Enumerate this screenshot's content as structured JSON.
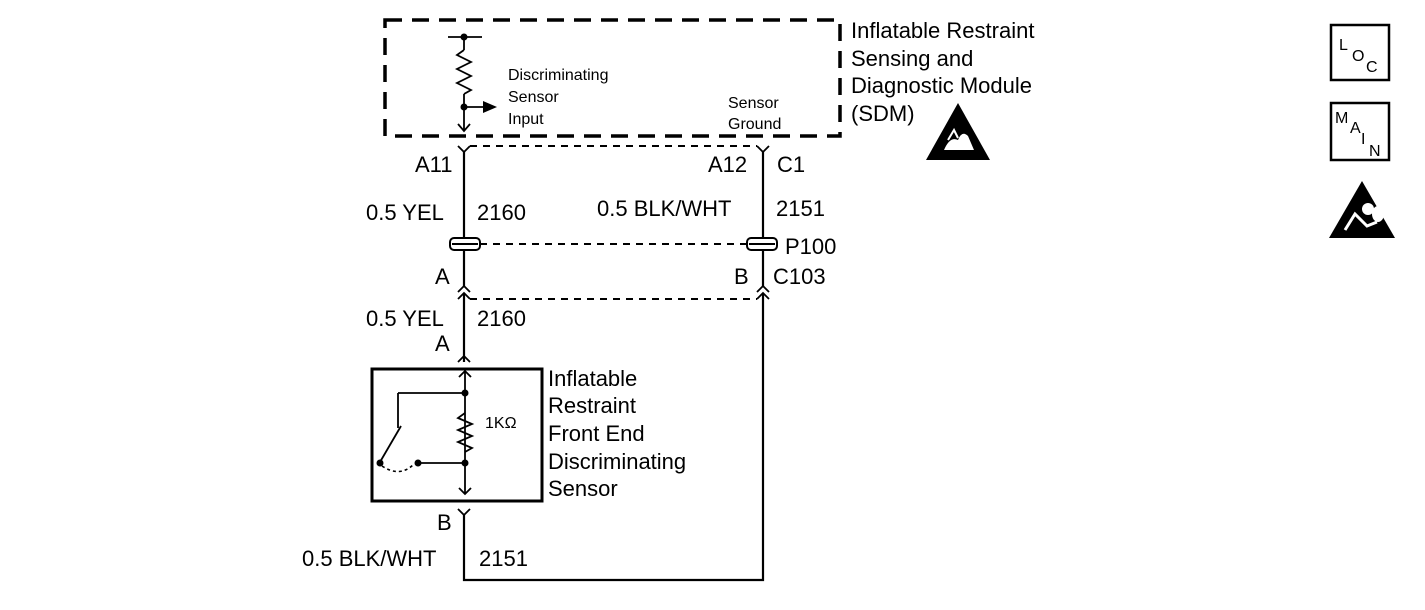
{
  "sdm": {
    "label_lines": [
      "Inflatable Restraint",
      "Sensing and",
      "Diagnostic Module",
      "(SDM)"
    ],
    "input_label_lines": [
      "Discriminating",
      "Sensor",
      "Input"
    ],
    "ground_label_lines": [
      "Sensor",
      "Ground"
    ]
  },
  "pins": {
    "a11": "A11",
    "a12": "A12",
    "c1": "C1",
    "a_upper": "A",
    "b_upper": "B",
    "c103": "C103",
    "a_sensor": "A",
    "b_sensor": "B"
  },
  "wires": {
    "left_upper": {
      "gauge_color": "0.5 YEL",
      "circuit": "2160"
    },
    "right_upper": {
      "gauge_color": "0.5 BLK/WHT",
      "circuit": "2151"
    },
    "left_lower": {
      "gauge_color": "0.5 YEL",
      "circuit": "2160"
    },
    "bottom": {
      "gauge_color": "0.5 BLK/WHT",
      "circuit": "2151"
    }
  },
  "splice": {
    "label": "P100"
  },
  "sensor": {
    "label_lines": [
      "Inflatable",
      "Restraint",
      "Front End",
      "Discriminating",
      "Sensor"
    ],
    "resistor_label": "1KΩ"
  },
  "side_icons": [
    {
      "name": "loc-icon",
      "letters": [
        "L",
        "O",
        "C"
      ]
    },
    {
      "name": "main-icon",
      "letters": [
        "M",
        "A",
        "I",
        "N"
      ]
    },
    {
      "name": "airbag-warning-icon"
    }
  ],
  "esd_icon": "esd-warning-icon"
}
